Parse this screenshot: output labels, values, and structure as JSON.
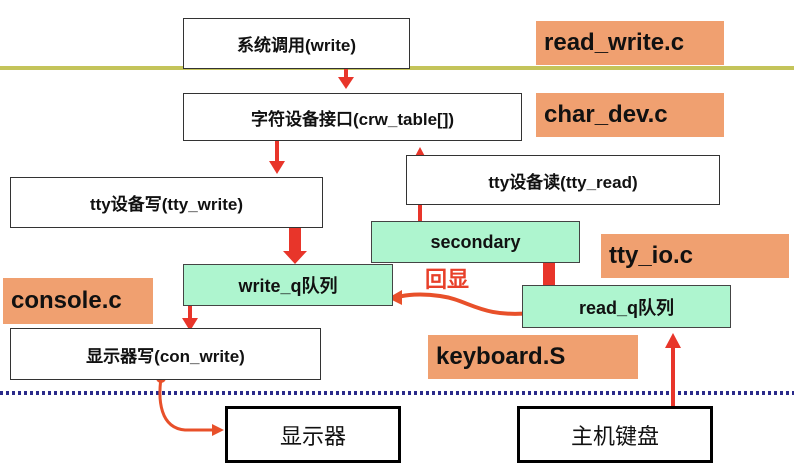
{
  "colors": {
    "arrow": "#e8352a",
    "curve": "#e8502a",
    "file_tag": "#f0a070",
    "queue_box": "#aef5cf",
    "top_line": "#c4c45a",
    "dotted_line": "#2a2a8a"
  },
  "boxes": {
    "syscall": "系统调用(write)",
    "char_dev": "字符设备接口(crw_table[])",
    "tty_write": "tty设备写(tty_write)",
    "tty_read": "tty设备读(tty_read)",
    "secondary": "secondary",
    "write_q": "write_q队列",
    "read_q": "read_q队列",
    "con_write": "显示器写(con_write)",
    "display": "显示器",
    "keyboard": "主机键盘"
  },
  "file_tags": {
    "read_write": "read_write.c",
    "char_dev": "char_dev.c",
    "tty_io": "tty_io.c",
    "console": "console.c",
    "keyboard": "keyboard.S"
  },
  "labels": {
    "echo": "回显"
  }
}
